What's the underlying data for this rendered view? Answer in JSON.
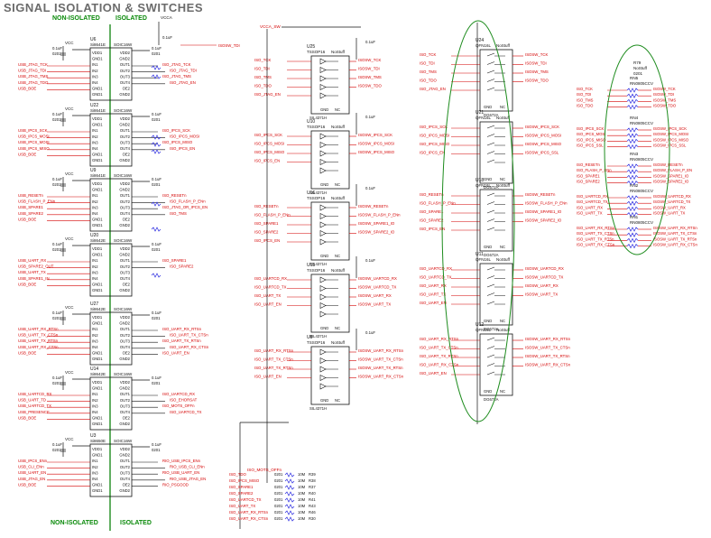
{
  "title": "SIGNAL ISOLATION & SWITCHES",
  "zones": {
    "non_isolated": "NON-ISOLATED",
    "isolated": "ISOLATED"
  },
  "power": {
    "vcca": "VCCA",
    "vcc": "VCC",
    "vcca_sw": "VCCA_SW"
  },
  "isolators": [
    {
      "ref": "U6",
      "part": "Si8641E",
      "pkg": "SOIC16W",
      "inputs": [
        "USB_JTAG_TCK",
        "USB_JTAG_TDI",
        "USB_JTAG_TMS",
        "USB_JTAG_TDO",
        "USB_BOE"
      ],
      "outputs": [
        "ISO_JTAG_TCK",
        "ISO_JTAG_TDI",
        "ISO_JTAG_TMS",
        "ISO_JTAG_EN"
      ]
    },
    {
      "ref": "U22",
      "part": "Si8641E",
      "pkg": "SOIC16W",
      "inputs": [
        "USB_IPCS_SCK",
        "USB_IPCS_MOSI",
        "USB_IPCS_MOSI",
        "USB_IPCS_MISO",
        "USB_BOE"
      ],
      "outputs": [
        "ISO_IPCS_SCK",
        "ISO_IPCS_MOSI",
        "ISO_IPCS_MISO",
        "ISO_IPCS_EN"
      ]
    },
    {
      "ref": "U9",
      "part": "Si8641E",
      "pkg": "SOIC16W",
      "inputs": [
        "USB_RESETn",
        "USB_FLASH_P_ENn",
        "USB_SPARE1",
        "USB_SPARE2",
        "USB_BOE"
      ],
      "outputs": [
        "ISO_RESETn",
        "ISO_FLASH_P_ENn",
        "ISO_JTAG_OR_IPCS_EN",
        "ISO_TMS"
      ]
    },
    {
      "ref": "U20",
      "part": "Si8642E",
      "pkg": "SOIC16W",
      "inputs": [
        "USB_UART_RX",
        "USB_SPARE2_OUT",
        "USB_UART_TX",
        "USB_SPARE1_IN",
        "USB_BOE"
      ],
      "outputs": [
        "ISO_SPARE1",
        "ISO_SPARE2"
      ]
    },
    {
      "ref": "U27",
      "part": "Si8642E",
      "pkg": "SOIC16W",
      "inputs": [
        "USB_UART_RX_RTSn",
        "USB_UART_TX_CTSn",
        "USB_UART_TX_RTSn",
        "USB_UART_RX_CTSn",
        "USB_BOE"
      ],
      "outputs": [
        "ISO_UART_RX_RTSn",
        "ISO_UART_TX_CTSn",
        "ISO_UART_TX_RTSn",
        "ISO_UART_RX_CTSn",
        "ISO_UART_EN"
      ]
    },
    {
      "ref": "U14",
      "part": "Si8642E",
      "pkg": "SOIC16W",
      "inputs": [
        "USB_UARTCD_RX",
        "USB_UART_TD",
        "USB_UARTCD_TX",
        "USB_PRESENCE",
        "USB_BOE"
      ],
      "outputs": [
        "ISO_UARTCD_RX",
        "ISO_EHORSAT",
        "ISO_MOTS_OFFn",
        "ISO_UARTCD_TX"
      ]
    },
    {
      "ref": "U3",
      "part": "Si8650E",
      "pkg": "SOIC16W",
      "inputs": [
        "USB_IPCS_ENn",
        "USB_CLI_ENn",
        "USB_UART_EN",
        "USB_JTAG_EN",
        "USB_BOE"
      ],
      "outputs": [
        "RIO_USB_IPCS_ENn",
        "RIO_USB_CLI_ENn",
        "RIO_USB_UART_EN",
        "RIO_USB_JTAG_EN",
        "RIO_PSGOOD"
      ]
    }
  ],
  "buffers": [
    {
      "ref": "U25",
      "part": "TSSOP16",
      "note": "NoStuff",
      "in": [
        "ISO_TCK",
        "ISO_TDI",
        "ISO_TMS",
        "ISO_TDO",
        "ISO_JTAG_EN"
      ],
      "out": [
        "ISOSW_TCK",
        "ISOSW_TDI",
        "ISOSW_TMS",
        "ISOSW_TDO"
      ]
    },
    {
      "ref": "U10",
      "part": "TSSOP16",
      "note": "NoStuff",
      "in": [
        "ISO_IPCS_SCK",
        "ISO_IPCS_MOSI",
        "ISO_IPCS_MISO",
        "ISO_IPCS_EN"
      ],
      "out": [
        "ISOSW_IPCS_SCK",
        "ISOSW_IPCS_MOSI",
        "ISOSW_IPCS_MISO"
      ]
    },
    {
      "ref": "U16",
      "part": "TSSOP16",
      "note": "NoStuff",
      "in": [
        "ISO_RESETn",
        "ISO_FLASH_P_ENn",
        "ISO_SPARE1",
        "ISO_SPARE2",
        "ISO_IPCS_EN"
      ],
      "out": [
        "ISOSW_RESETn",
        "ISOSW_FLASH_P_ENn",
        "ISOSW_SPARE1_IO",
        "ISOSW_SPARE2_IO"
      ]
    },
    {
      "ref": "U13",
      "part": "TSSOP16",
      "note": "NoStuff",
      "in": [
        "ISO_UARTCD_RX",
        "ISO_UARTCD_TX",
        "ISO_UART_TX",
        "ISO_UART_EN"
      ],
      "out": [
        "ISOSW_UARTCD_RX",
        "ISOSW_UARTCD_TX",
        "ISOSW_UART_RX",
        "ISOSW_UART_TX"
      ]
    },
    {
      "ref": "U8",
      "part": "TSSOP16",
      "note": "NoStuff",
      "in": [
        "ISO_UART_RX_RTSn",
        "ISO_UART_TX_CTSn",
        "ISO_UART_TX_RTSn",
        "ISO_UART_EN"
      ],
      "out": [
        "ISOSW_UART_RX_RTSn",
        "ISOSW_UART_TX_CTSn",
        "ISOSW_UART_TX_RTSn",
        "ISOSW_UART_RX_CTSn"
      ]
    }
  ],
  "switches": [
    {
      "ref": "U24",
      "part": "QFN16L",
      "note": "NoStuff",
      "in": [
        "ISO_TCK",
        "ISO_TDI",
        "ISO_TMS",
        "ISO_TDO",
        "ISO_JTAG_EN"
      ],
      "out": [
        "ISOSW_TCK",
        "ISOSW_TDI",
        "ISOSW_TMS",
        "ISOSW_TDO"
      ]
    },
    {
      "ref": "U21",
      "part": "QFN16L",
      "note": "NoStuff",
      "in": [
        "ISO_IPCS_SCK",
        "ISO_IPCS_MOSI",
        "ISO_IPCS_MISO",
        "ISO_IPCS_EN"
      ],
      "out": [
        "ISOSW_IPCS_SCK",
        "ISOSW_IPCS_MOSI",
        "ISOSW_IPCS_MISO",
        "ISOSW_IPCS_SSL"
      ]
    },
    {
      "ref": "U18",
      "part": "QFN16L",
      "note": "NoStuff",
      "in": [
        "ISO_RESETn",
        "ISO_FLASH_P_ENn",
        "ISO_SPARE1",
        "ISO_SPARE2",
        "ISO_IPCS_EN"
      ],
      "out": [
        "ISOSW_RESETn",
        "ISOSW_FLASH_P_ENn",
        "ISOSW_SPARE1_IO",
        "ISOSW_SPARE2_IO"
      ]
    },
    {
      "ref": "U11",
      "part": "QFN16L",
      "note": "NoStuff",
      "in": [
        "ISO_UARTCD_RX",
        "ISO_UARTCD_TX",
        "ISO_UART_RX",
        "ISO_UART_TX",
        "ISO_UART_EN"
      ],
      "out": [
        "ISOSW_UARTCD_RX",
        "ISOSW_UARTCD_TX",
        "ISOSW_UART_RX",
        "ISOSW_UART_TX"
      ]
    },
    {
      "ref": "U12",
      "part": "QFN16L",
      "note": "NoStuff",
      "in": [
        "ISO_UART_RX_RTSn",
        "ISO_UART_TX_CTSn",
        "ISO_UART_TX_RTSn",
        "ISO_UART_RX_CTSn",
        "ISO_UART_EN"
      ],
      "out": [
        "ISOSW_UART_RX_RTSn",
        "ISOSW_UART_TX_CTSn",
        "ISOSW_UART_TX_RTSn",
        "ISOSW_UART_RX_CTSn"
      ]
    }
  ],
  "switch_chip_label": "DG672A",
  "buffer_chip_label": "SIL4371H",
  "resistor_networks": [
    {
      "ref": "RN5",
      "part": "RN0805CCV",
      "in": [
        "ISO_TCK",
        "ISO_TDI",
        "ISO_TMS",
        "ISO_TDO"
      ],
      "out": [
        "ISOSW_TCK",
        "ISOSW_TDI",
        "ISOSW_TMS",
        "ISOSW_TDO"
      ]
    },
    {
      "ref": "RN4",
      "part": "RN0805CCV",
      "in": [
        "ISO_IPCS_SCK",
        "ISO_IPCS_MOSI",
        "ISO_IPCS_MISO",
        "ISO_IPCS_SSL"
      ],
      "out": [
        "ISOSW_IPCS_SCK",
        "ISOSW_IPCS_MOSI",
        "ISOSW_IPCS_MISO",
        "ISOSW_IPCS_SSL"
      ]
    },
    {
      "ref": "RN3",
      "part": "RN0805CCV",
      "in": [
        "ISO_RESETn",
        "ISO_FLASH_P_ENn",
        "ISO_SPARE1",
        "ISO_SPARE2"
      ],
      "out": [
        "ISOSW_RESETn",
        "ISOSW_FLASH_P_EN",
        "ISOSW_SPARE1_IO",
        "ISOSW_SPARE2_IO"
      ]
    },
    {
      "ref": "RN2",
      "part": "RN0805CCV",
      "in": [
        "ISO_UARTCD_RX",
        "ISO_UARTCD_TX",
        "ISO_UART_RX",
        "ISO_UART_TX"
      ],
      "out": [
        "ISOSW_UARTCD_RX",
        "ISOSW_UARTCD_TX",
        "ISOSW_UART_RX",
        "ISOSW_UART_TX"
      ]
    },
    {
      "ref": "RN1",
      "part": "RN0805CCV",
      "in": [
        "ISO_UART_RX_RTSn",
        "ISO_UART_TX_CTSn",
        "ISO_UART_TX_RTSn",
        "ISO_UART_RX_CTSn"
      ],
      "out": [
        "ISOSW_UART_RX_RTSn",
        "ISOSW_UART_TX_CTSn",
        "ISOSW_UART_TX_RTSn",
        "ISOSW_UART_RX_CTSn"
      ]
    }
  ],
  "rn_top": {
    "ref": "R79",
    "note": "NoStuff",
    "val": "0201"
  },
  "bottom_resistors": {
    "nets": [
      "ISO_TDO",
      "ISO_IPCS_MISO",
      "ISO_SPARE1",
      "ISO_SPARE2",
      "ISO_UARTCD_TX",
      "ISO_UART_TX",
      "ISO_UART_RX_RTSn",
      "ISO_UART_RX_CTSn"
    ],
    "refs": [
      "R39",
      "R38",
      "R37",
      "R40",
      "R41",
      "R43",
      "R46",
      "R30"
    ],
    "value": "10M",
    "size": "0201"
  },
  "net_mots": "ISO_MOTS_OFFn",
  "net_tdo_sw": "ISOSW_TDO",
  "cap_label": "0.1uF",
  "cap_size": "0201"
}
